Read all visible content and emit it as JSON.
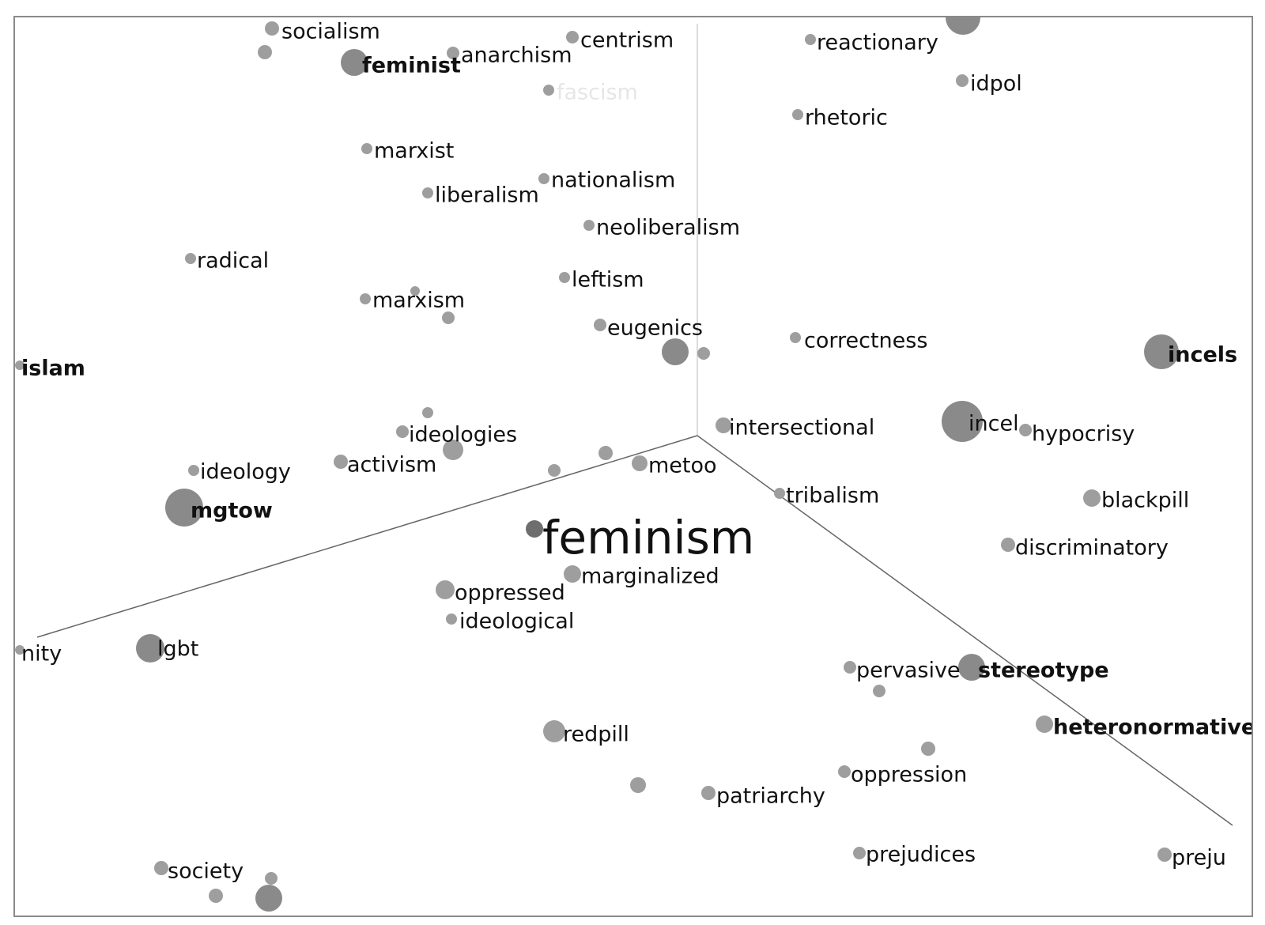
{
  "embedding_view": {
    "focus_word": "feminism",
    "colors": {
      "point": "#9e9e9e",
      "point_dark": "#8a8a8a",
      "focus_point": "#6e6e6e",
      "label": "#111111",
      "faded_label": "#e6e6e6",
      "axis_line": "#666666",
      "axis_line_light": "#cfcfcf",
      "frame": "#8a8a8a"
    },
    "points": [
      {
        "label": "socialism",
        "weight": "normal"
      },
      {
        "label": "feminist",
        "weight": "bold"
      },
      {
        "label": "anarchism",
        "weight": "normal"
      },
      {
        "label": "centrism",
        "weight": "normal"
      },
      {
        "label": "fascism",
        "weight": "faded"
      },
      {
        "label": "reactionary",
        "weight": "normal"
      },
      {
        "label": "idpol",
        "weight": "normal"
      },
      {
        "label": "rhetoric",
        "weight": "normal"
      },
      {
        "label": "marxist",
        "weight": "normal"
      },
      {
        "label": "liberalism",
        "weight": "normal"
      },
      {
        "label": "nationalism",
        "weight": "normal"
      },
      {
        "label": "neoliberalism",
        "weight": "normal"
      },
      {
        "label": "radical",
        "weight": "normal"
      },
      {
        "label": "leftism",
        "weight": "normal"
      },
      {
        "label": "marxism",
        "weight": "normal"
      },
      {
        "label": "eugenics",
        "weight": "normal"
      },
      {
        "label": "correctness",
        "weight": "normal"
      },
      {
        "label": "incels",
        "weight": "bold"
      },
      {
        "label": "islam",
        "weight": "bold"
      },
      {
        "label": "intersectional",
        "weight": "normal"
      },
      {
        "label": "incel",
        "weight": "normal"
      },
      {
        "label": "hypocrisy",
        "weight": "normal"
      },
      {
        "label": "ideologies",
        "weight": "normal"
      },
      {
        "label": "ideology",
        "weight": "normal"
      },
      {
        "label": "activism",
        "weight": "normal"
      },
      {
        "label": "metoo",
        "weight": "normal"
      },
      {
        "label": "tribalism",
        "weight": "normal"
      },
      {
        "label": "blackpill",
        "weight": "normal"
      },
      {
        "label": "mgtow",
        "weight": "bold"
      },
      {
        "label": "feminism",
        "weight": "focus"
      },
      {
        "label": "discriminatory",
        "weight": "normal"
      },
      {
        "label": "marginalized",
        "weight": "normal"
      },
      {
        "label": "oppressed",
        "weight": "normal"
      },
      {
        "label": "ideological",
        "weight": "normal"
      },
      {
        "label": "nity",
        "weight": "normal"
      },
      {
        "label": "lgbt",
        "weight": "normal"
      },
      {
        "label": "pervasive",
        "weight": "normal"
      },
      {
        "label": "stereotype",
        "weight": "bold"
      },
      {
        "label": "heteronormative",
        "weight": "bold"
      },
      {
        "label": "redpill",
        "weight": "normal"
      },
      {
        "label": "oppression",
        "weight": "normal"
      },
      {
        "label": "patriarchy",
        "weight": "normal"
      },
      {
        "label": "prejudices",
        "weight": "normal"
      },
      {
        "label": "preju",
        "weight": "normal"
      },
      {
        "label": "society",
        "weight": "normal"
      }
    ]
  }
}
